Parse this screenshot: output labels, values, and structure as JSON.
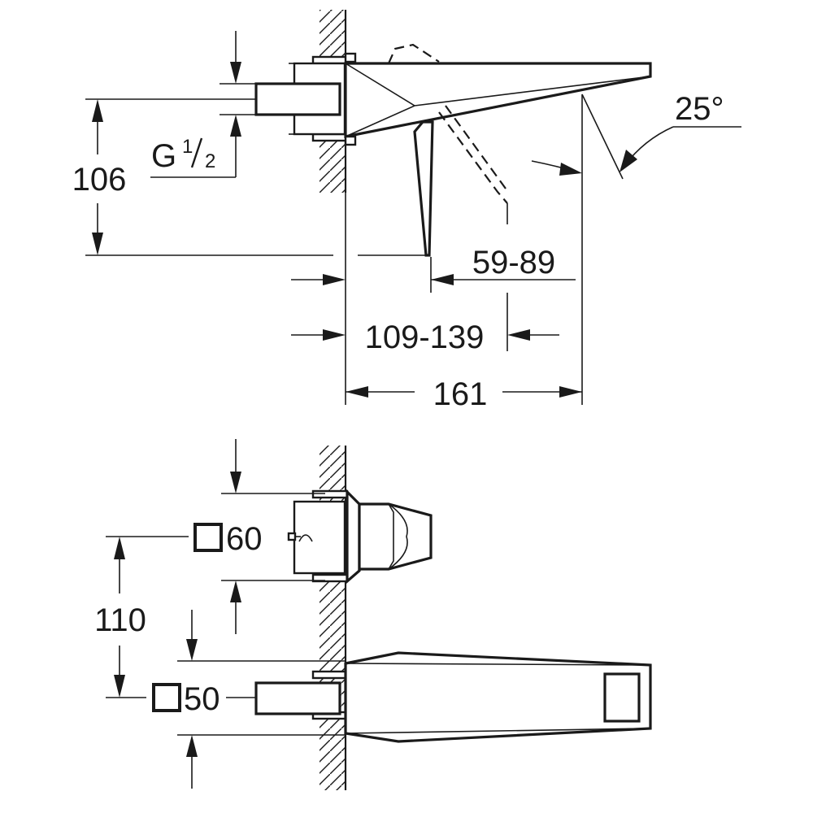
{
  "dimensions": {
    "height_top": "106",
    "thread_main": "G",
    "thread_num": "1",
    "thread_den": "2",
    "angle": "25°",
    "range_a": "59-89",
    "range_b": "109-139",
    "length": "161",
    "spacing_bottom": "110",
    "square_top": "60",
    "square_bottom": "50"
  }
}
